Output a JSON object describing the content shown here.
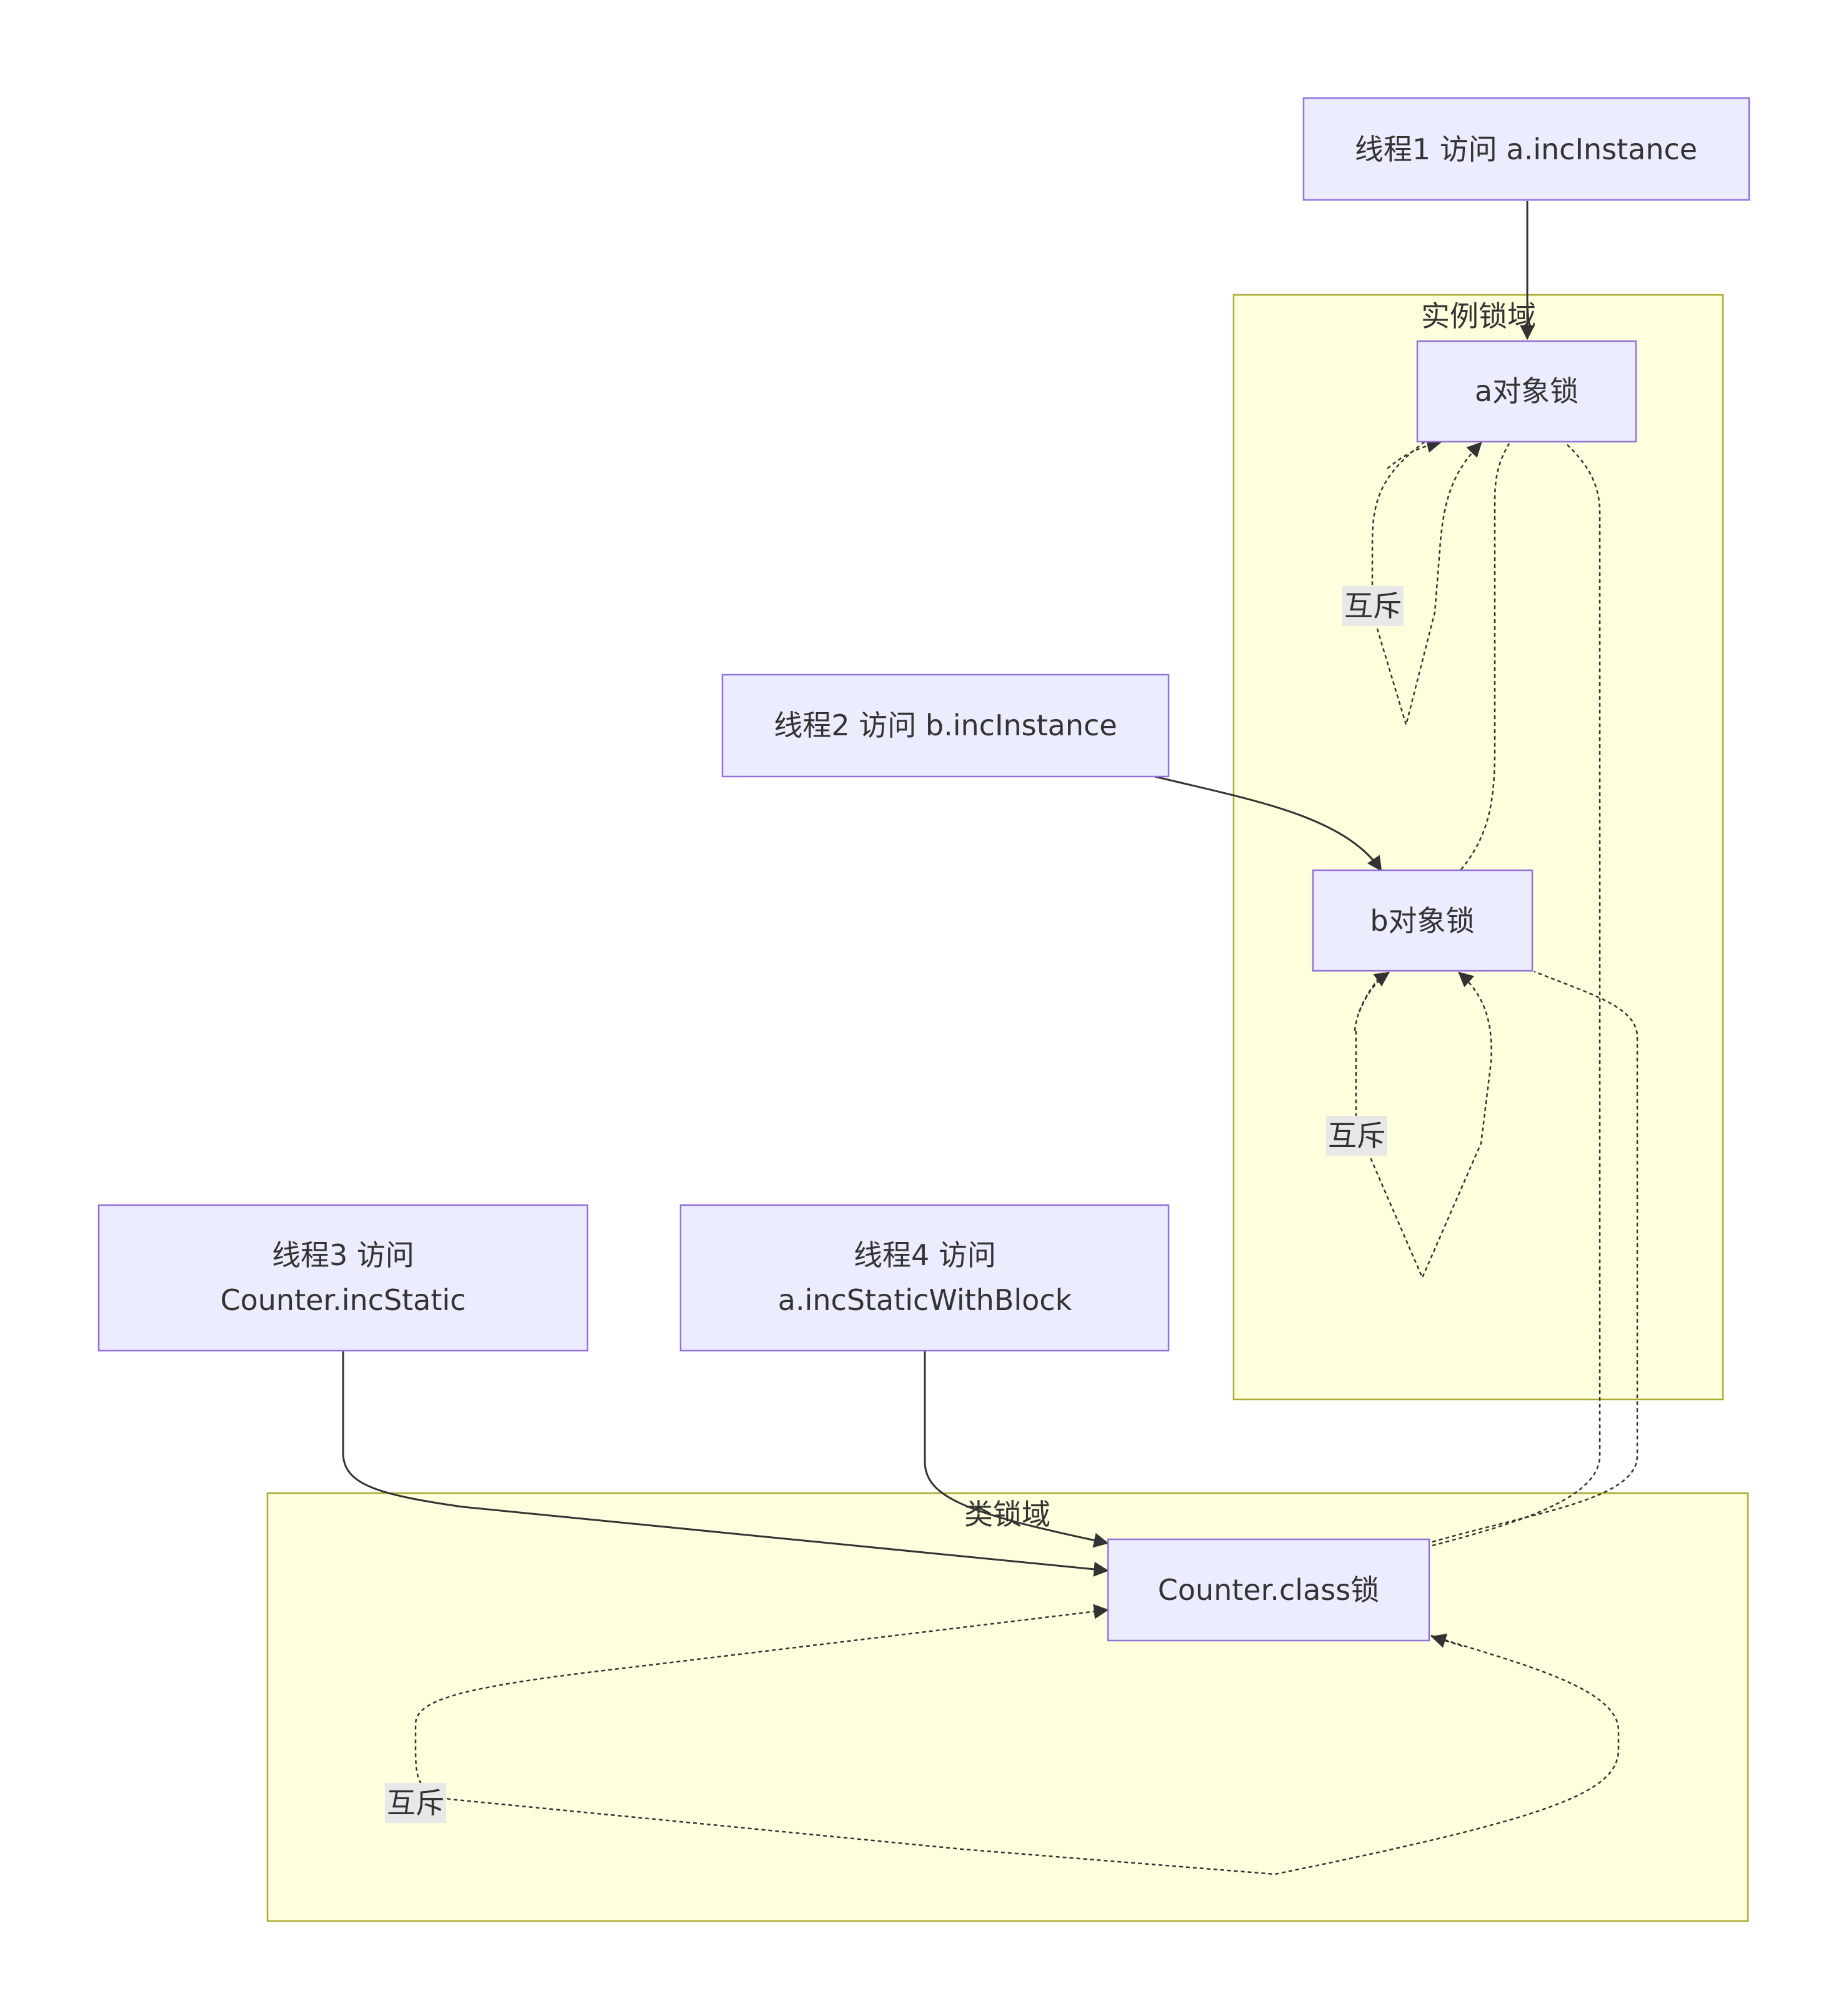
{
  "colors": {
    "node_fill": "#ececff",
    "node_border": "#9370db",
    "cluster_fill": "#ffffde",
    "cluster_border": "#aaaa33",
    "edge": "#333333",
    "edge_label_bg": "#e8e8e8"
  },
  "clusters": {
    "instance_lock": {
      "label": "实例锁域"
    },
    "class_lock": {
      "label": "类锁域"
    }
  },
  "nodes": {
    "thread1": {
      "lines": [
        "线程1 访问 a.incInstance"
      ]
    },
    "thread2": {
      "lines": [
        "线程2 访问 b.incInstance"
      ]
    },
    "thread3": {
      "lines": [
        "线程3 访问",
        "Counter.incStatic"
      ]
    },
    "thread4": {
      "lines": [
        "线程4 访问",
        "a.incStaticWithBlock"
      ]
    },
    "a_lock": {
      "lines": [
        "a对象锁"
      ]
    },
    "b_lock": {
      "lines": [
        "b对象锁"
      ]
    },
    "class_lock": {
      "lines": [
        "Counter.class锁"
      ]
    }
  },
  "edge_labels": {
    "mutex_a": "互斥",
    "mutex_b": "互斥",
    "mutex_class": "互斥"
  },
  "edges": [
    {
      "from": "thread1",
      "to": "a_lock",
      "style": "solid"
    },
    {
      "from": "thread2",
      "to": "b_lock",
      "style": "solid"
    },
    {
      "from": "thread3",
      "to": "class_lock",
      "style": "solid"
    },
    {
      "from": "thread4",
      "to": "class_lock",
      "style": "solid"
    },
    {
      "from": "a_lock",
      "to": "a_lock",
      "style": "dashed",
      "label": "mutex_a"
    },
    {
      "from": "b_lock",
      "to": "b_lock",
      "style": "dashed",
      "label": "mutex_b"
    },
    {
      "from": "class_lock",
      "to": "class_lock",
      "style": "dashed",
      "label": "mutex_class"
    },
    {
      "from": "b_lock",
      "to": "a_lock",
      "style": "dashed"
    },
    {
      "from": "class_lock",
      "to": "a_lock",
      "style": "dashed"
    },
    {
      "from": "class_lock",
      "to": "b_lock",
      "style": "dashed"
    }
  ]
}
